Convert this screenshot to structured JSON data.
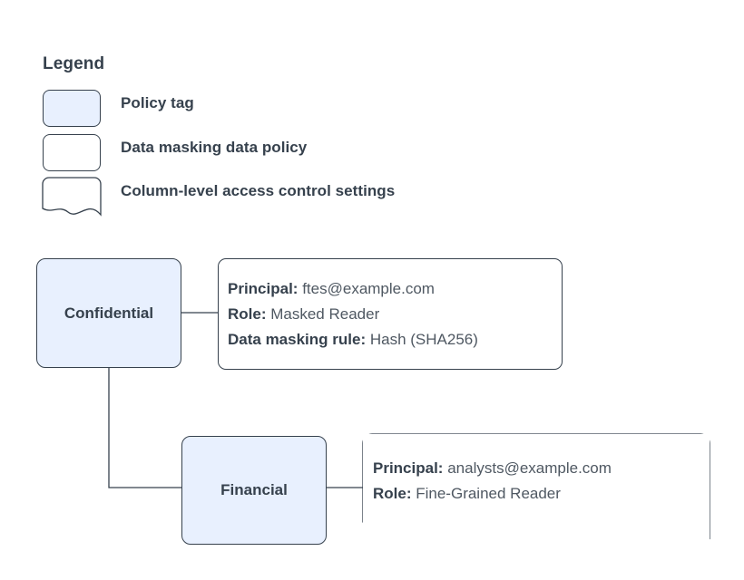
{
  "legend": {
    "title": "Legend",
    "items": [
      {
        "shape": "policy-tag-swatch",
        "label": "Policy tag"
      },
      {
        "shape": "data-policy-swatch",
        "label": "Data masking data policy"
      },
      {
        "shape": "column-settings-swatch",
        "label": "Column-level access control settings"
      }
    ]
  },
  "diagram": {
    "nodes": [
      {
        "id": "confidential",
        "label": "Confidential"
      },
      {
        "id": "financial",
        "label": "Financial"
      }
    ],
    "info_boxes": [
      {
        "id": "confidential-policy",
        "lines": [
          {
            "key": "Principal:",
            "value": "ftes@example.com"
          },
          {
            "key": "Role:",
            "value": "Masked Reader"
          },
          {
            "key": "Data masking rule:",
            "value": "Hash (SHA256)"
          }
        ]
      },
      {
        "id": "financial-settings",
        "lines": [
          {
            "key": "Principal:",
            "value": "analysts@example.com"
          },
          {
            "key": "Role:",
            "value": "Fine-Grained Reader"
          }
        ]
      }
    ]
  },
  "colors": {
    "tag_fill": "#e8f0fe",
    "stroke": "#36414d",
    "text": "#36414d",
    "value_text": "#4f5862",
    "background": "#ffffff"
  }
}
